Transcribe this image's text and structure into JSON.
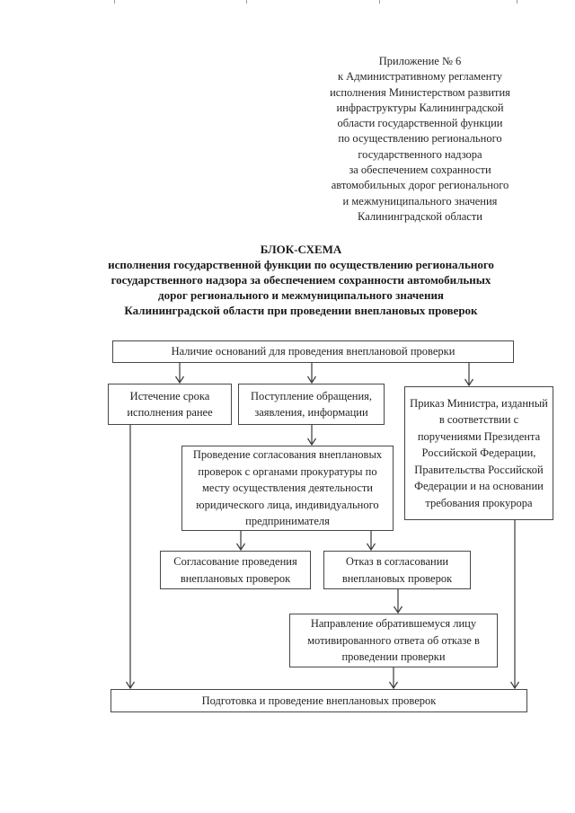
{
  "document": {
    "appendix_header": {
      "lines": [
        "Приложение № 6",
        "к Административному регламенту",
        "исполнения Министерством развития",
        "инфраструктуры Калининградской",
        "области государственной функции",
        "по осуществлению регионального",
        "государственного надзора",
        "за обеспечением сохранности",
        "автомобильных дорог регионального",
        "и межмуниципального значения",
        "Калининградской области"
      ]
    },
    "title": {
      "lines": [
        "БЛОК-СХЕМА",
        "исполнения государственной функции по осуществлению регионального",
        "государственного надзора за обеспечением сохранности автомобильных",
        "дорог регионального и межмуниципального значения",
        "Калининградской области при проведении внеплановых проверок"
      ]
    }
  },
  "flowchart": {
    "nodes": {
      "grounds": "Наличие оснований для проведения внеплановой проверки",
      "expiry": "Истечение срока исполнения ранее",
      "appeal": "Поступление обращения, заявления, информации",
      "minister_order": "Приказ Министра, изданный в соответствии с поручениями Президента Российской Федерации, Правительства Российской Федерации и на основании требования прокурора",
      "coordination": "Проведение согласования внеплановых проверок с органами прокуратуры по месту осуществления деятельности юридического лица, индивидуального предпринимателя",
      "approval": "Согласование проведения внеплановых проверок",
      "refusal": "Отказ в согласовании внеплановых проверок",
      "refusal_notice": "Направление обратившемуся лицу мотивированного ответа об отказе в проведении проверки",
      "preparation": "Подготовка и проведение внеплановых проверок"
    },
    "edges": [
      {
        "from": "grounds",
        "to": "expiry"
      },
      {
        "from": "grounds",
        "to": "appeal"
      },
      {
        "from": "grounds",
        "to": "minister_order"
      },
      {
        "from": "appeal",
        "to": "coordination"
      },
      {
        "from": "coordination",
        "to": "approval"
      },
      {
        "from": "coordination",
        "to": "refusal"
      },
      {
        "from": "refusal",
        "to": "refusal_notice"
      },
      {
        "from": "expiry",
        "to": "preparation"
      },
      {
        "from": "refusal_notice",
        "to": "preparation"
      },
      {
        "from": "minister_order",
        "to": "preparation"
      }
    ]
  },
  "colors": {
    "ink": "#1f1f1f",
    "line": "#3a3a3a",
    "border": "#474747",
    "paper": "#ffffff"
  }
}
